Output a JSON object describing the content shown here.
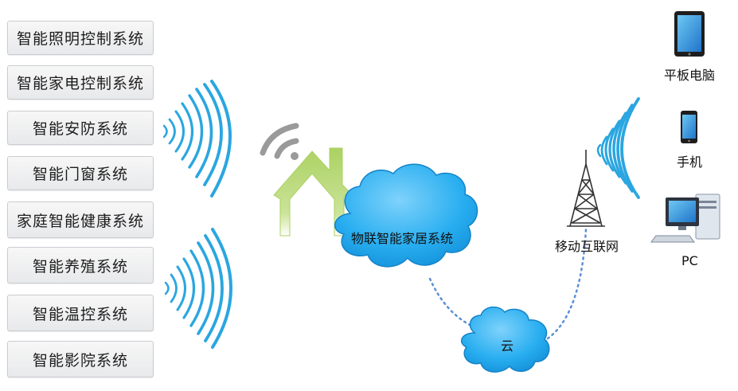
{
  "systems": [
    {
      "label": "智能照明控制系统"
    },
    {
      "label": "智能家电控制系统"
    },
    {
      "label": "智能安防系统"
    },
    {
      "label": "智能门窗系统"
    },
    {
      "label": "家庭智能健康系统"
    },
    {
      "label": "智能养殖系统"
    },
    {
      "label": "智能温控系统"
    },
    {
      "label": "智能影院系统"
    }
  ],
  "center": {
    "label": "物联智能家居系统"
  },
  "cloud": {
    "label": "云"
  },
  "tower": {
    "label": "移动互联网"
  },
  "devices": {
    "tablet": "平板电脑",
    "phone": "手机",
    "pc": "PC"
  },
  "colors": {
    "cloud": "#1ea5e6",
    "wave": "#2aa6e0",
    "house": "#a7cf5a",
    "wifi": "#9a9a9a"
  },
  "icons": [
    "wifi-icon",
    "house-icon",
    "tower-icon",
    "tablet-icon",
    "phone-icon",
    "pc-icon"
  ]
}
